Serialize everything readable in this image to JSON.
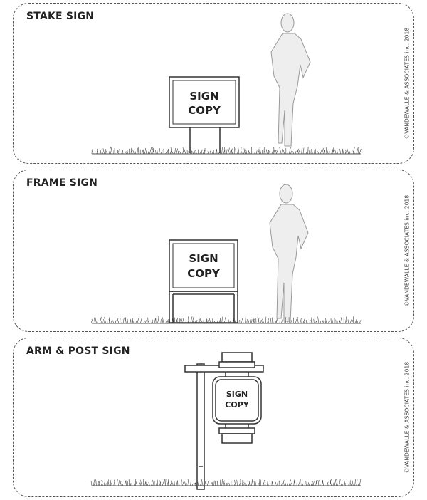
{
  "panels": [
    {
      "title": "STAKE SIGN",
      "sign_line1": "SIGN",
      "sign_line2": "COPY",
      "credit": "©VANDEWALLE & ASSOCIATES inc. 2018"
    },
    {
      "title": "FRAME SIGN",
      "sign_line1": "SIGN",
      "sign_line2": "COPY",
      "credit": "©VANDEWALLE & ASSOCIATES inc. 2018"
    },
    {
      "title": "ARM & POST SIGN",
      "sign_line1": "SIGN",
      "sign_line2": "COPY",
      "credit": "©VANDEWALLE & ASSOCIATES inc. 2018"
    }
  ],
  "colors": {
    "border": "#555555",
    "figure_fill": "#eeeeee",
    "figure_stroke": "#999999",
    "ink": "#222222"
  }
}
